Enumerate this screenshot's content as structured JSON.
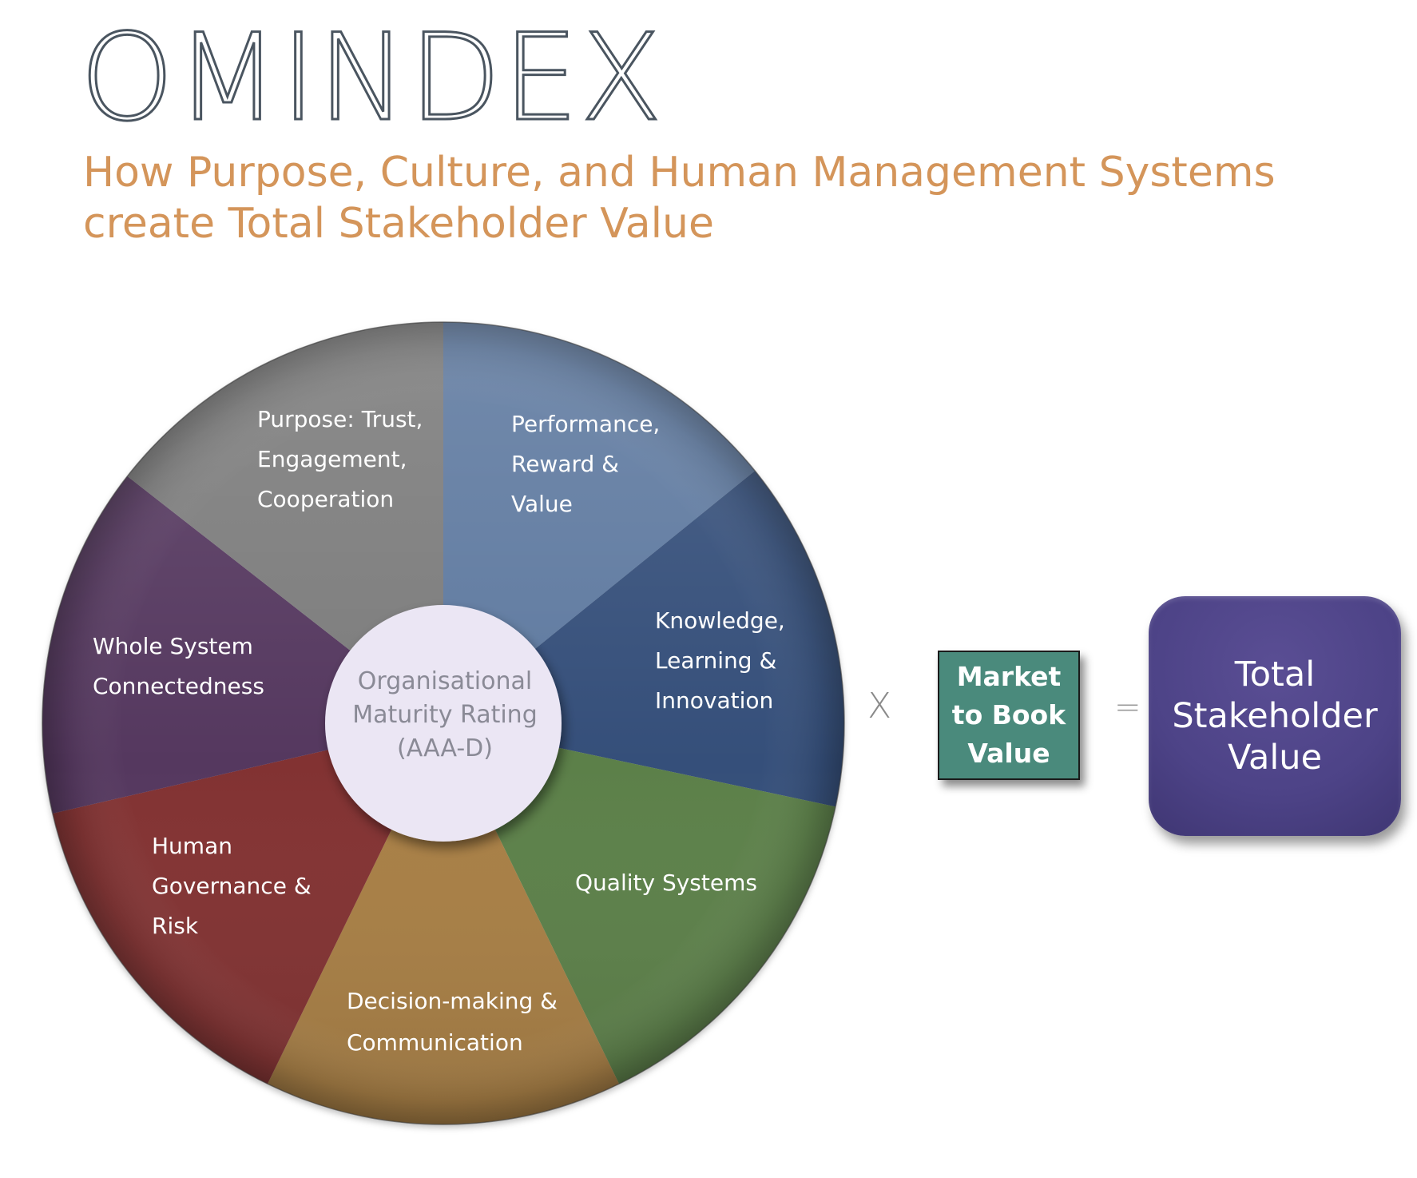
{
  "header": {
    "title": "OMINDEX",
    "subtitle_lines": [
      "How Purpose, Culture, and Human Management Systems",
      "create Total Stakeholder Value"
    ]
  },
  "wheel": {
    "segments": [
      {
        "id": "purpose",
        "lines": [
          "Purpose: Trust,",
          "Engagement,",
          "Cooperation"
        ],
        "color": "#5e7aa0"
      },
      {
        "id": "performance",
        "lines": [
          "Performance,",
          "Reward &",
          "Value"
        ],
        "color": "#354f7a"
      },
      {
        "id": "knowledge",
        "lines": [
          "Knowledge,",
          "Learning &",
          "Innovation"
        ],
        "color": "#5c8049"
      },
      {
        "id": "quality",
        "lines": [
          "Quality Systems"
        ],
        "color": "#a87f45"
      },
      {
        "id": "decision",
        "lines": [
          "Decision-making &",
          "Communication"
        ],
        "color": "#823033"
      },
      {
        "id": "governance",
        "lines": [
          "Human",
          "Governance &",
          "Risk"
        ],
        "color": "#55385e"
      },
      {
        "id": "whole",
        "lines": [
          "Whole System",
          "Connectedness"
        ],
        "color": "#7c7c7c"
      }
    ],
    "hub": {
      "lines": [
        "Organisational",
        "Maturity Rating",
        "(AAA-D)"
      ],
      "color": "#ebe6f4"
    }
  },
  "operators": {
    "multiply": "X",
    "equals": "="
  },
  "market_box": {
    "lines": [
      "Market",
      "to Book",
      "Value"
    ],
    "color": "#4a8a7c"
  },
  "total_box": {
    "lines": [
      "Total",
      "Stakeholder",
      "Value"
    ],
    "color": "#4d4387"
  }
}
